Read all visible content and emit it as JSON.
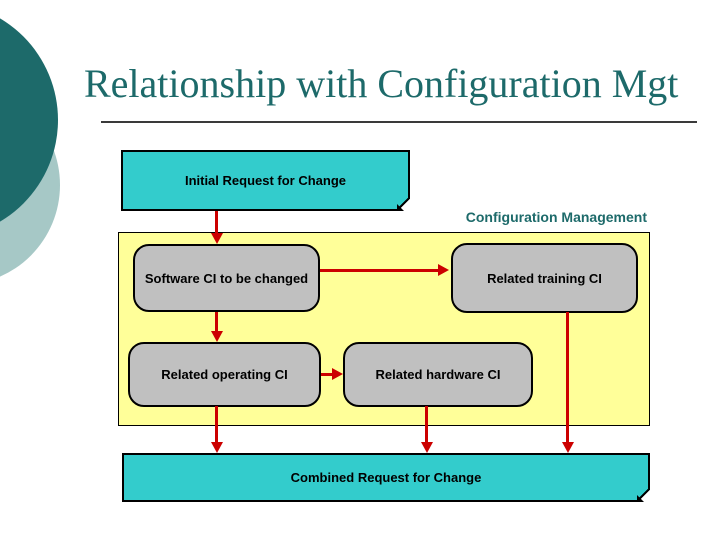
{
  "slide": {
    "title": "Relationship with Configuration Mgt"
  },
  "region": {
    "label": "Configuration Management"
  },
  "nodes": {
    "initial": {
      "label": "Initial Request for Change"
    },
    "software": {
      "label": "Software CI to be changed"
    },
    "training": {
      "label": "Related training CI"
    },
    "operating": {
      "label": "Related operating CI"
    },
    "hardware": {
      "label": "Related hardware CI"
    },
    "combined": {
      "label": "Combined Request for Change"
    }
  },
  "colors": {
    "teal-dark": "#1D6A6A",
    "teal-box": "#33CCCC",
    "circle-light": "#A6C8C6",
    "region-yellow": "#FFFF99",
    "node-gray": "#C0C0C0",
    "arrow-red": "#CC0000",
    "border-black": "#000000",
    "underline": "#3A3A3A"
  }
}
